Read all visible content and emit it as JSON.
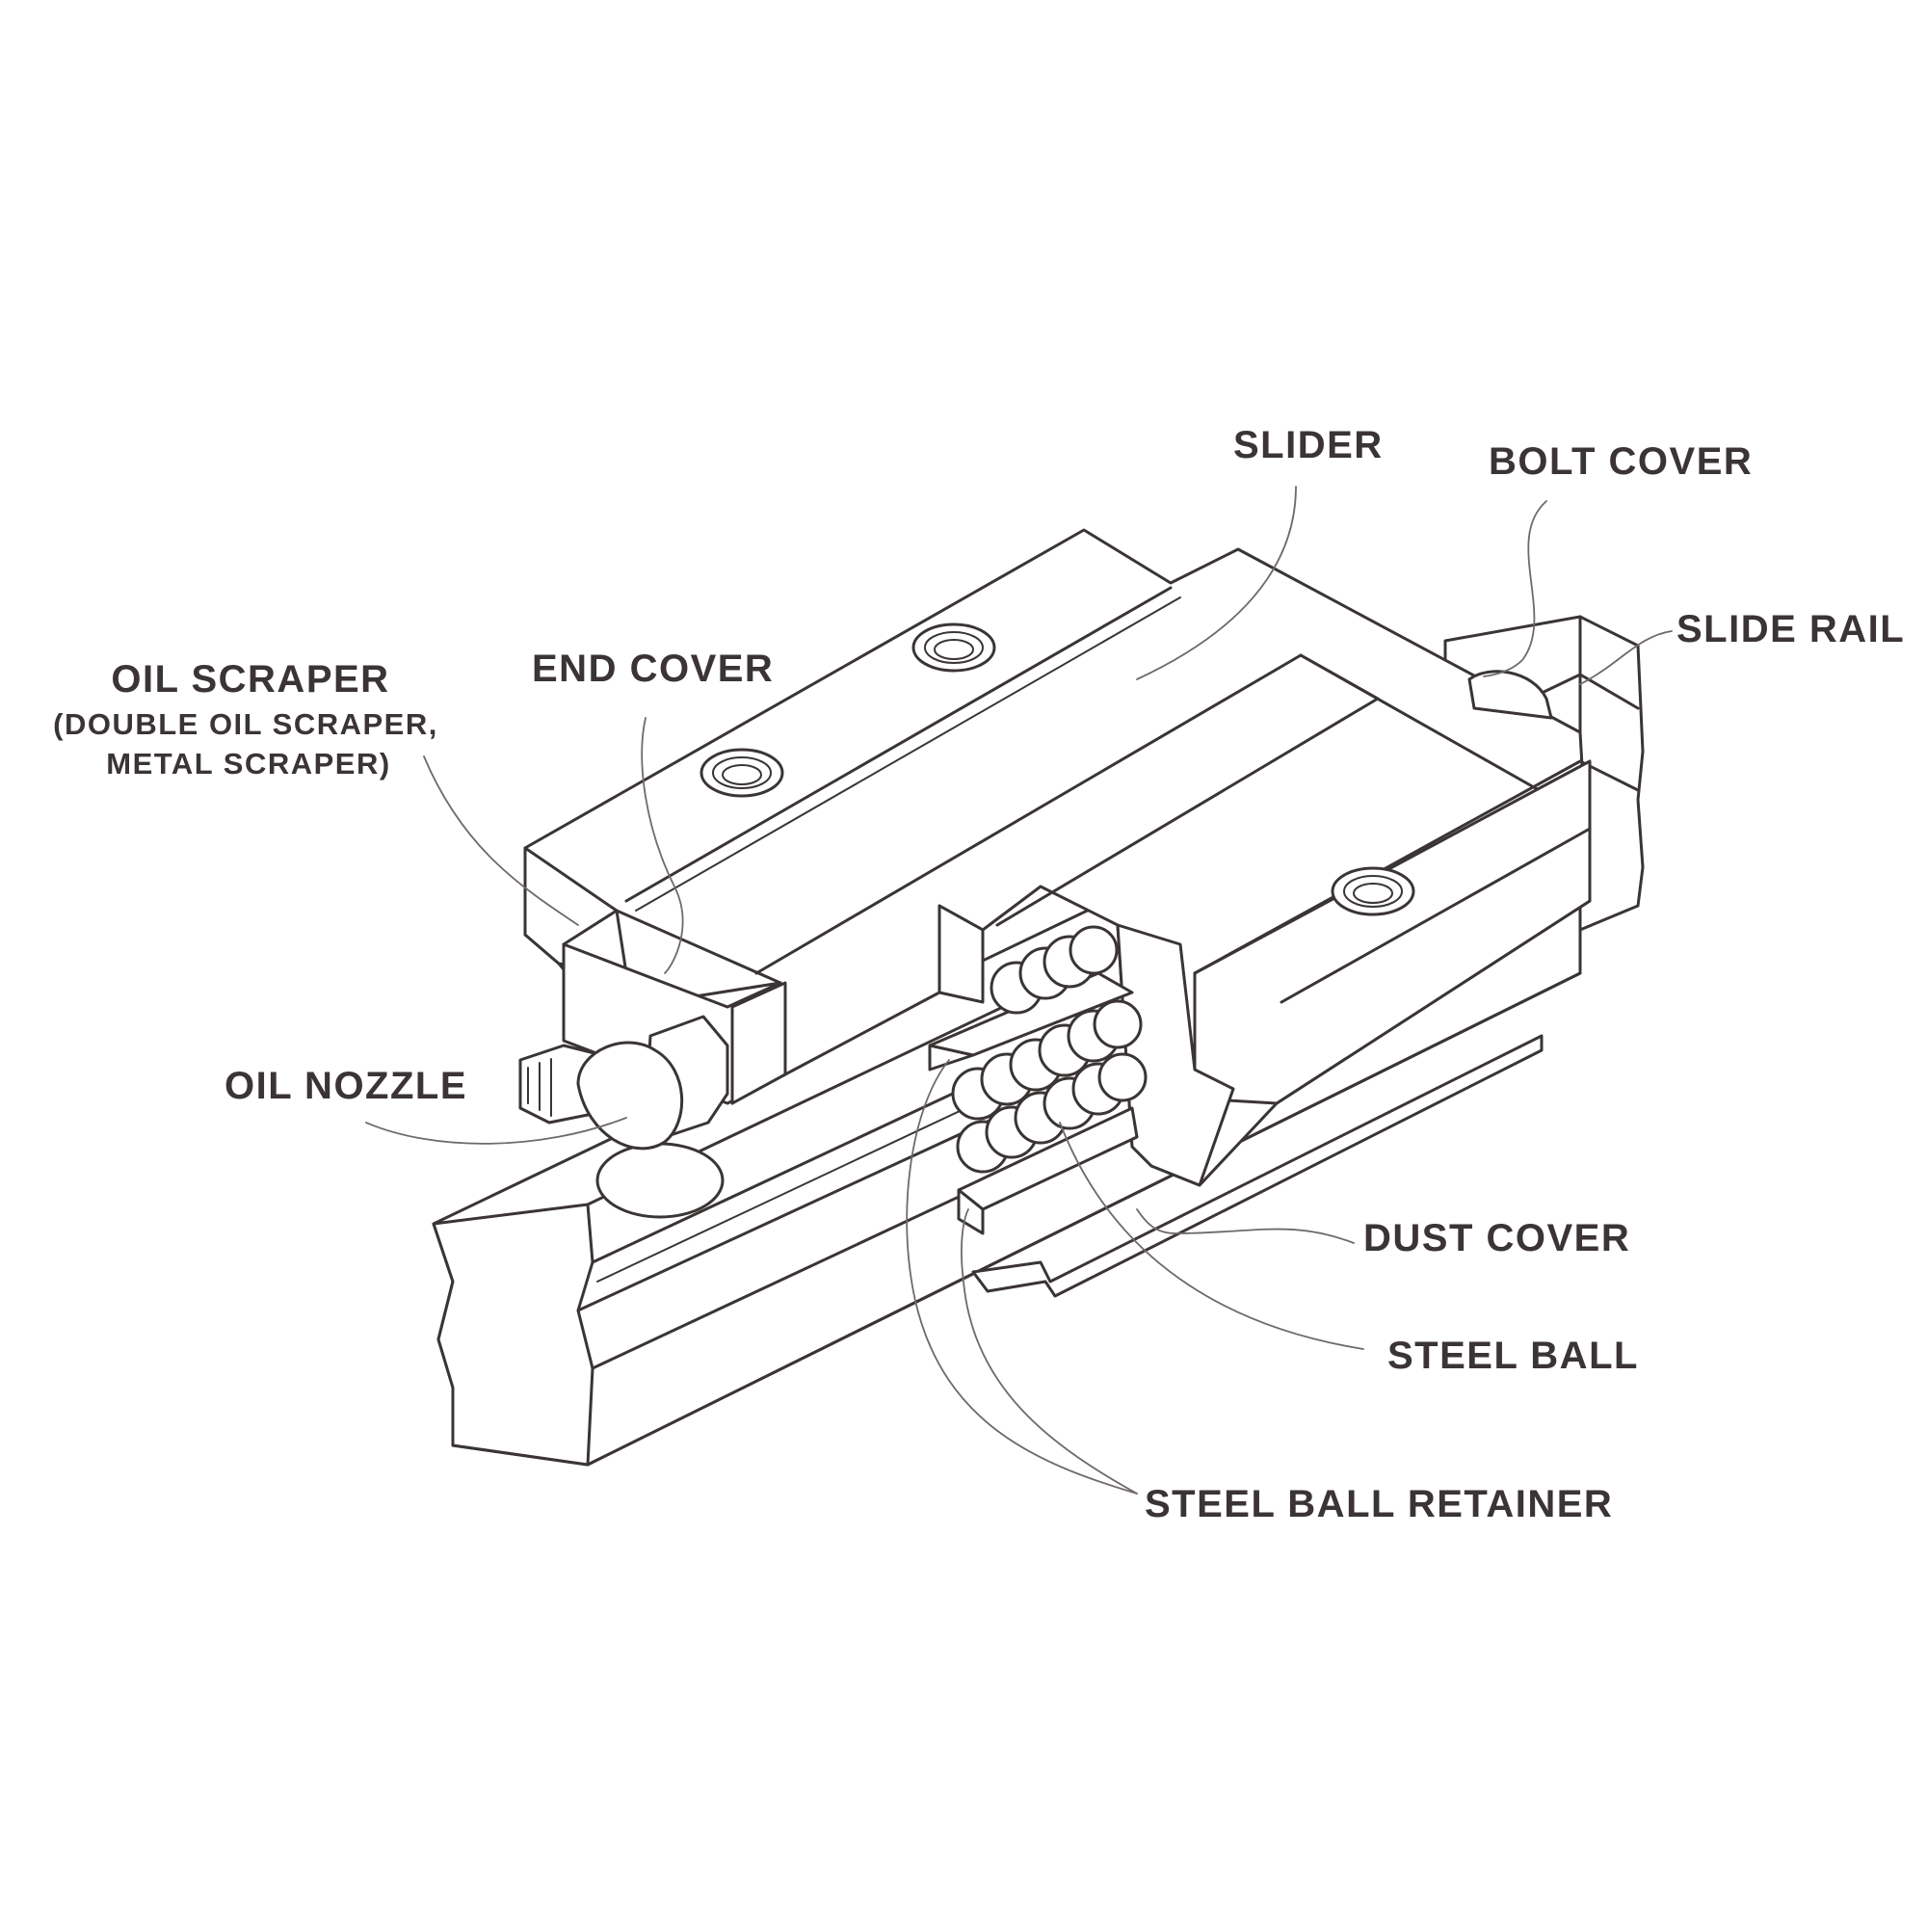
{
  "diagram": {
    "colors": {
      "line": "#3a3534",
      "leader": "#6f6a69",
      "label": "#3b3434",
      "background": "#ffffff"
    },
    "labels": {
      "slider": "SLIDER",
      "bolt_cover": "BOLT COVER",
      "slide_rail": "SLIDE RAIL",
      "oil_scraper": "OIL SCRAPER",
      "oil_scraper_note_1": "(DOUBLE OIL SCRAPER,",
      "oil_scraper_note_2": "METAL SCRAPER)",
      "end_cover": "END COVER",
      "oil_nozzle": "OIL NOZZLE",
      "dust_cover": "DUST COVER",
      "steel_ball": "STEEL BALL",
      "steel_ball_retainer": "STEEL BALL RETAINER"
    }
  }
}
